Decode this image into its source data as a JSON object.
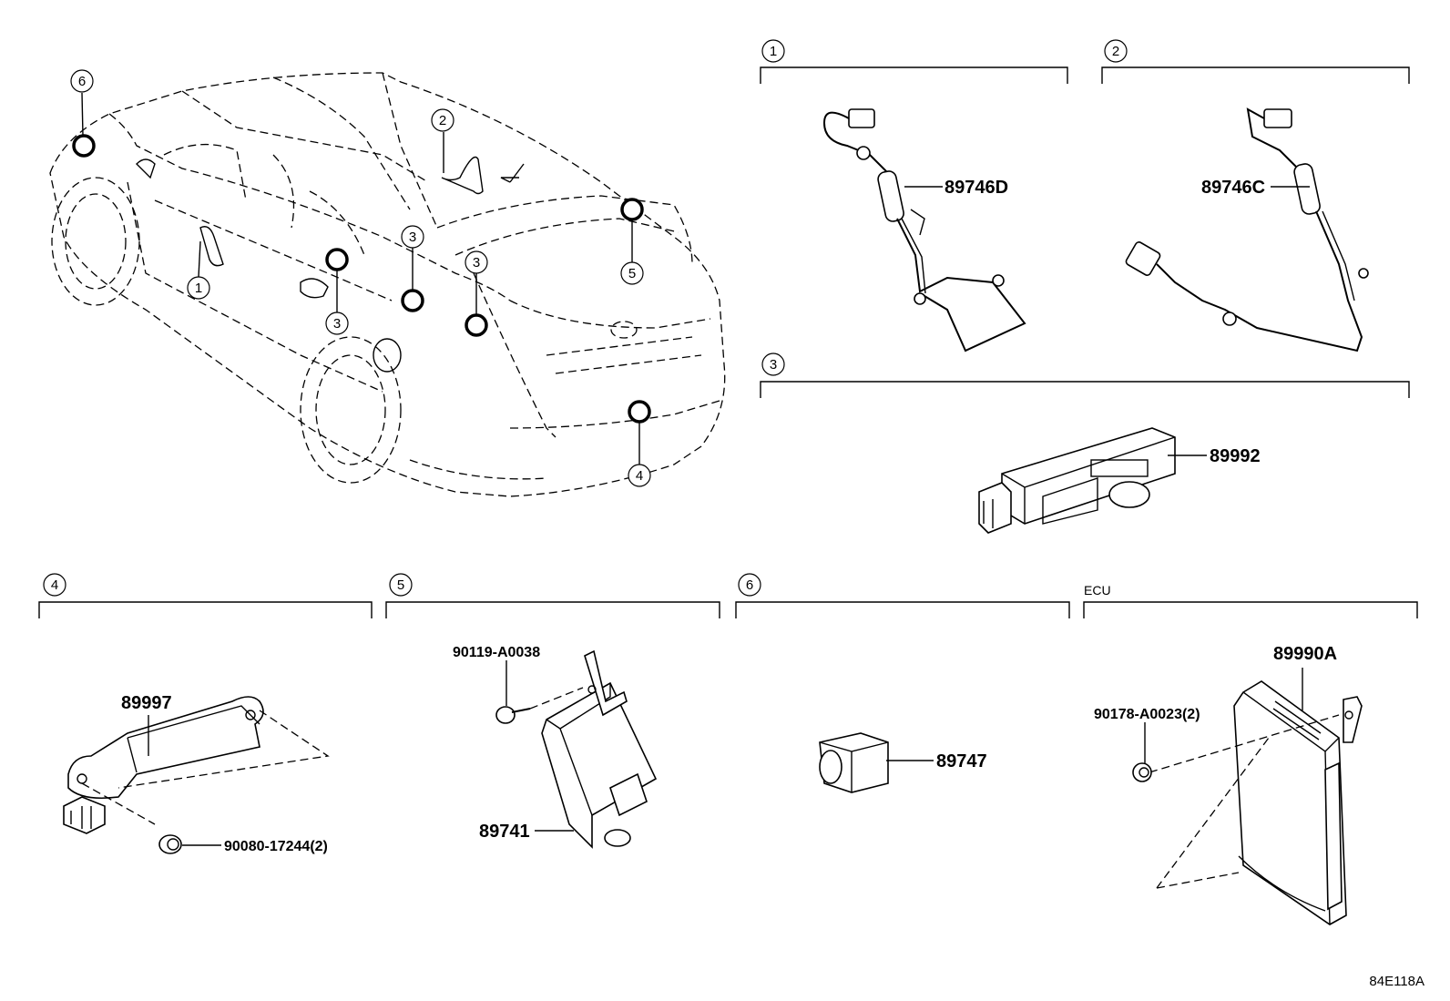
{
  "callouts": {
    "c1": "1",
    "c2": "2",
    "c3": "3",
    "c4": "4",
    "c5": "5",
    "c6": "6"
  },
  "parts": {
    "p89746D": "89746D",
    "p89746C": "89746C",
    "p89992": "89992",
    "p89997": "89997",
    "p90080": "90080-17244(2)",
    "p90119": "90119-A0038",
    "p89741": "89741",
    "p89747": "89747",
    "p89990A": "89990A",
    "p90178": "90178-A0023(2)"
  },
  "labels": {
    "ecu": "ECU",
    "diagram_code": "84E118A"
  }
}
